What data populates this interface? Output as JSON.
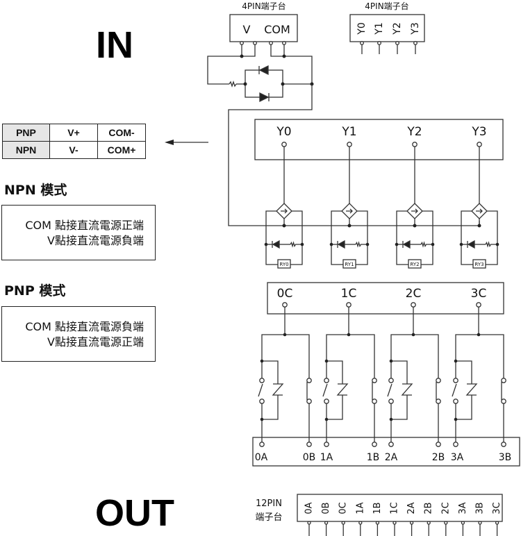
{
  "titles": {
    "input": "IN",
    "output": "OUT"
  },
  "mode_table": {
    "rows": [
      {
        "mode": "PNP",
        "v": "V+",
        "com": "COM-"
      },
      {
        "mode": "NPN",
        "v": "V-",
        "com": "COM+"
      }
    ]
  },
  "npn_mode": {
    "heading": "NPN 模式",
    "line1": "COM 點接直流電源正端",
    "line2": "V點接直流電源負端"
  },
  "pnp_mode": {
    "heading": "PNP 模式",
    "line1": "COM 點接直流電源負端",
    "line2": "V點接直流電源正端"
  },
  "input_terminal": {
    "caption": "4PIN端子台",
    "pins": [
      "V",
      "COM"
    ]
  },
  "output_y_terminal": {
    "caption": "4PIN端子台",
    "pins": [
      "Y0",
      "Y1",
      "Y2",
      "Y3"
    ]
  },
  "transistor_block": {
    "outputs": [
      "Y0",
      "Y1",
      "Y2",
      "Y3"
    ],
    "relays": [
      "RY0",
      "RY1",
      "RY2",
      "RY3"
    ]
  },
  "relay_common_block": {
    "commons": [
      "0C",
      "1C",
      "2C",
      "3C"
    ]
  },
  "relay_contact_block": {
    "contacts": [
      "0A",
      "0B",
      "1A",
      "1B",
      "2A",
      "2B",
      "3A",
      "3B"
    ]
  },
  "output_terminal": {
    "caption_line1": "12PIN",
    "caption_line2": "端子台",
    "pins": [
      "0A",
      "0B",
      "0C",
      "1A",
      "1B",
      "1C",
      "2A",
      "2B",
      "2C",
      "3A",
      "3B",
      "3C"
    ]
  },
  "colors": {
    "line": "#333333",
    "header_fill": "#e6e6e6"
  }
}
